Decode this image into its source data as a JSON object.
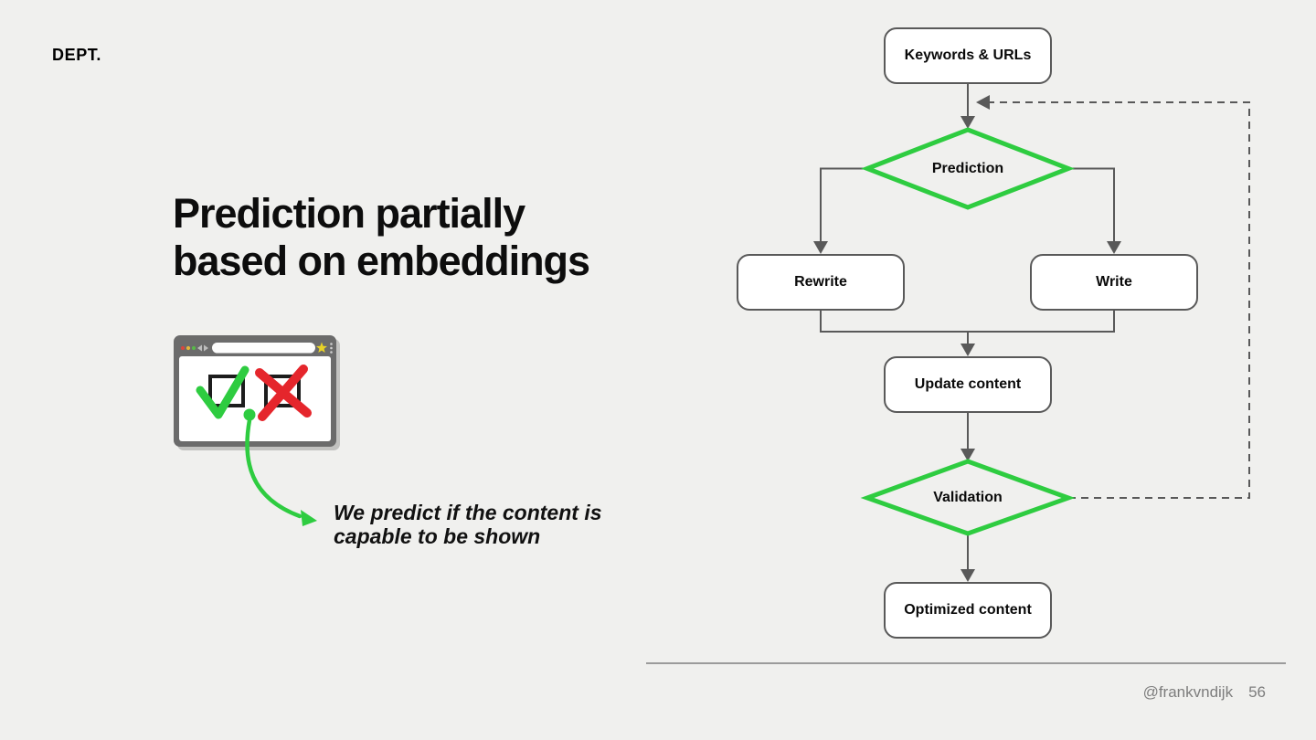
{
  "slide": {
    "logo": "DEPT.",
    "title_line1": "Prediction partially",
    "title_line2": "based on embeddings",
    "caption_line1": "We predict if the content is",
    "caption_line2": "capable to be shown",
    "footer_handle": "@frankvndijk",
    "footer_page": "56"
  },
  "illustration": {
    "description": "browser window with a checked checkbox (green check) and a rejected checkbox (red cross), green arrow pointing to caption",
    "check_color": "#2ecc40",
    "cross_color": "#e5262c"
  },
  "flowchart": {
    "nodes": [
      {
        "id": "keywords-urls",
        "label": "Keywords & URLs",
        "shape": "rounded-box"
      },
      {
        "id": "prediction",
        "label": "Prediction",
        "shape": "diamond"
      },
      {
        "id": "rewrite",
        "label": "Rewrite",
        "shape": "rounded-box"
      },
      {
        "id": "write",
        "label": "Write",
        "shape": "rounded-box"
      },
      {
        "id": "update-content",
        "label": "Update content",
        "shape": "rounded-box"
      },
      {
        "id": "validation",
        "label": "Validation",
        "shape": "diamond"
      },
      {
        "id": "optimized-content",
        "label": "Optimized content",
        "shape": "rounded-box"
      }
    ],
    "edges": [
      {
        "from": "keywords-urls",
        "to": "prediction",
        "style": "solid"
      },
      {
        "from": "prediction",
        "to": "rewrite",
        "style": "solid"
      },
      {
        "from": "prediction",
        "to": "write",
        "style": "solid"
      },
      {
        "from": "rewrite",
        "to": "update-content",
        "style": "solid"
      },
      {
        "from": "write",
        "to": "update-content",
        "style": "solid"
      },
      {
        "from": "update-content",
        "to": "validation",
        "style": "solid"
      },
      {
        "from": "validation",
        "to": "optimized-content",
        "style": "solid"
      },
      {
        "from": "validation",
        "to": "keywords-urls",
        "style": "dashed-feedback"
      }
    ],
    "colors": {
      "diamond_stroke": "#2ecc40",
      "connector": "#595959",
      "box_fill": "#ffffff",
      "box_border": "#595959",
      "background": "#f0f0ee"
    }
  }
}
